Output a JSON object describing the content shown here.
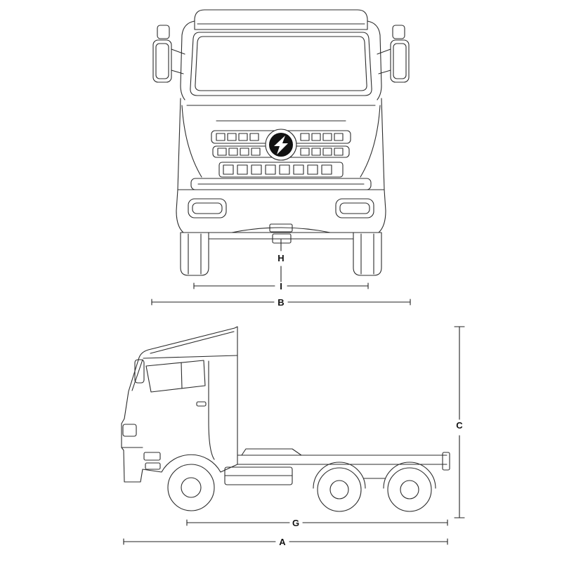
{
  "diagram": {
    "type": "truck-dimension-drawing",
    "views": {
      "front": {
        "label_h": "H",
        "label_i": "I",
        "label_b": "B"
      },
      "side": {
        "label_c": "C",
        "label_g": "G",
        "label_a": "A"
      }
    },
    "colors": {
      "background": "#ffffff",
      "line": "#2b2b2b",
      "label": "#111111",
      "logo_fill": "#111111"
    },
    "icons": {
      "brand_logo": "lightning-bolt-logo-icon"
    }
  }
}
